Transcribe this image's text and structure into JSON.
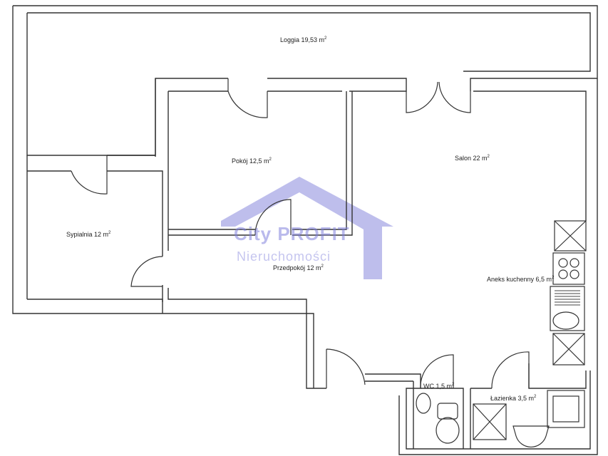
{
  "rooms": {
    "loggia": {
      "name": "Loggia 19,53 m",
      "unit": "2"
    },
    "pokoj": {
      "name": "Pokój 12,5 m",
      "unit": "2"
    },
    "salon": {
      "name": "Salon  22 m",
      "unit": "2"
    },
    "sypialnia": {
      "name": "Sypialnia 12 m",
      "unit": "2"
    },
    "przedpokoj": {
      "name": "Przedpokój  12 m",
      "unit": "2"
    },
    "aneks": {
      "name": "Aneks kuchenny 6,5 m",
      "unit": "2"
    },
    "wc": {
      "name": "WC 1,5 m",
      "unit": "2"
    },
    "lazienka": {
      "name": "Łazienka  3,5 m",
      "unit": "2"
    }
  },
  "watermark": {
    "title": "City PROFIT",
    "subtitle": "Nieruchomości",
    "color": "#7f7fe0"
  }
}
